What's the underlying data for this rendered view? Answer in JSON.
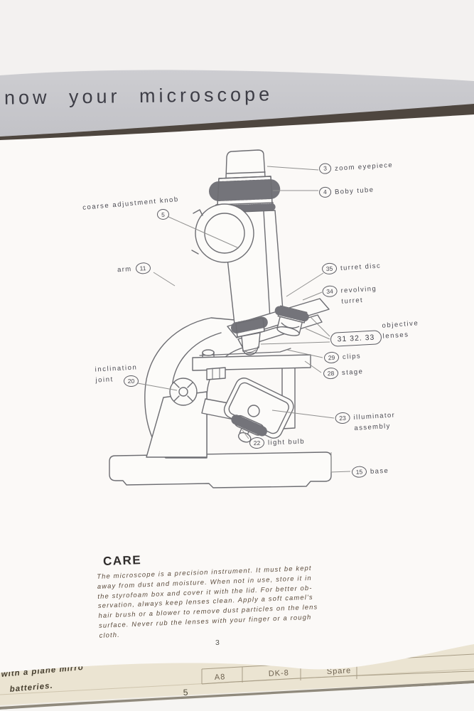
{
  "header": {
    "title": "now your microscope"
  },
  "diagram": {
    "labels": {
      "zoom_eyepiece": {
        "num": "3",
        "text": "zoom eyepiece"
      },
      "body_tube": {
        "num": "4",
        "text": "Boby tube"
      },
      "coarse_knob": {
        "num": "5",
        "text": "coarse adjustment knob"
      },
      "arm": {
        "num": "11",
        "text": "arm"
      },
      "turret_disc": {
        "num": "35",
        "text": "turret disc"
      },
      "revolving_turret": {
        "num": "34",
        "text": "revolving\nturret"
      },
      "objective_lenses": {
        "num": "31  32. 33",
        "text": "objective\nlenses"
      },
      "clips": {
        "num": "29",
        "text": "clips"
      },
      "stage": {
        "num": "28",
        "text": "stage"
      },
      "inclination_joint": {
        "num": "20",
        "text": "inclination\njoint"
      },
      "illuminator": {
        "num": "23",
        "text": "illuminator\nassembly"
      },
      "light_bulb": {
        "num": "22",
        "text": "light bulb"
      },
      "base": {
        "num": "15",
        "text": "base"
      }
    }
  },
  "care": {
    "heading": "CARE",
    "body": "The microscope is a precision instrument.  It must be kept\naway from dust and moisture.  When not in use, store it in\nthe styrofoam box and cover it with the lid. For better ob-\nservation, always keep lenses clean.  Apply a soft camel's\nhair brush or a blower to remove dust particles on the lens\nsurface.  Never rub the lenses with your finger or a rough\ncloth."
  },
  "page": {
    "number": "3"
  },
  "next_page": {
    "fragment_1": "with a plane mirro",
    "fragment_2": "batteries.",
    "page_number": "5",
    "table_cells": [
      "A8",
      "DK-8",
      "Spare"
    ]
  },
  "colors": {
    "band_gray": "#c8c8cc",
    "edge_dark": "#4e463f",
    "page_white": "#fbf9f7",
    "sheet_cream": "#ebe4d2"
  }
}
